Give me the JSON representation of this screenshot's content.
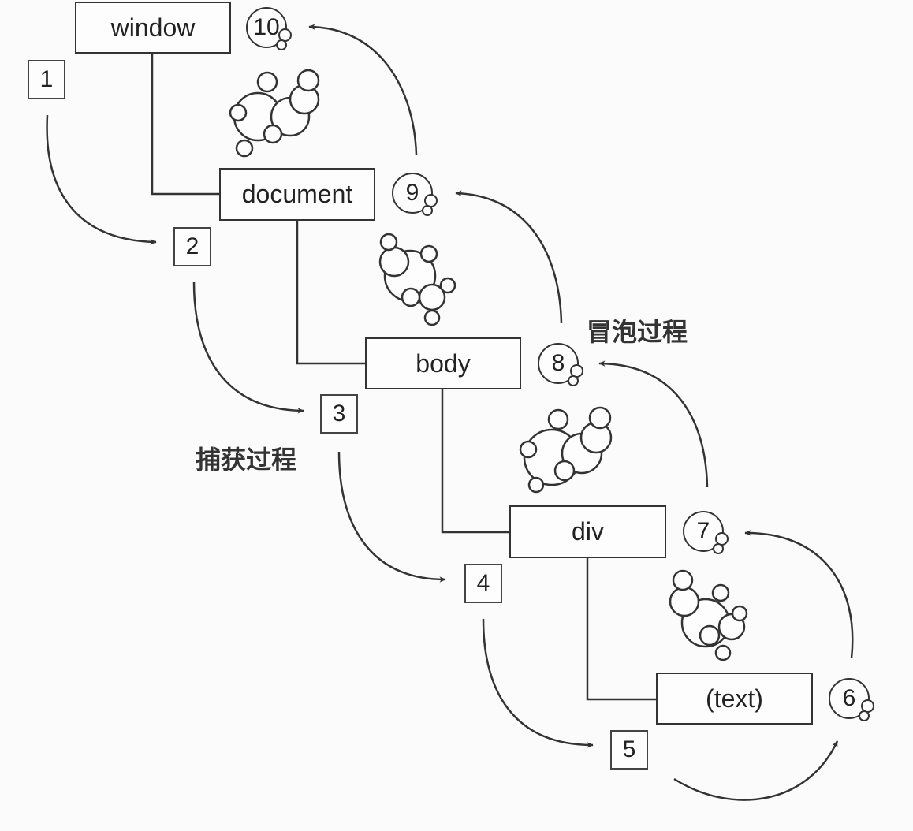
{
  "nodes": {
    "window": "window",
    "document": "document",
    "body": "body",
    "div": "div",
    "text": "(text)"
  },
  "capture_steps": [
    "1",
    "2",
    "3",
    "4",
    "5"
  ],
  "bubble_steps": [
    "6",
    "7",
    "8",
    "9",
    "10"
  ],
  "labels": {
    "capture": "捕获过程",
    "bubble": "冒泡过程"
  }
}
